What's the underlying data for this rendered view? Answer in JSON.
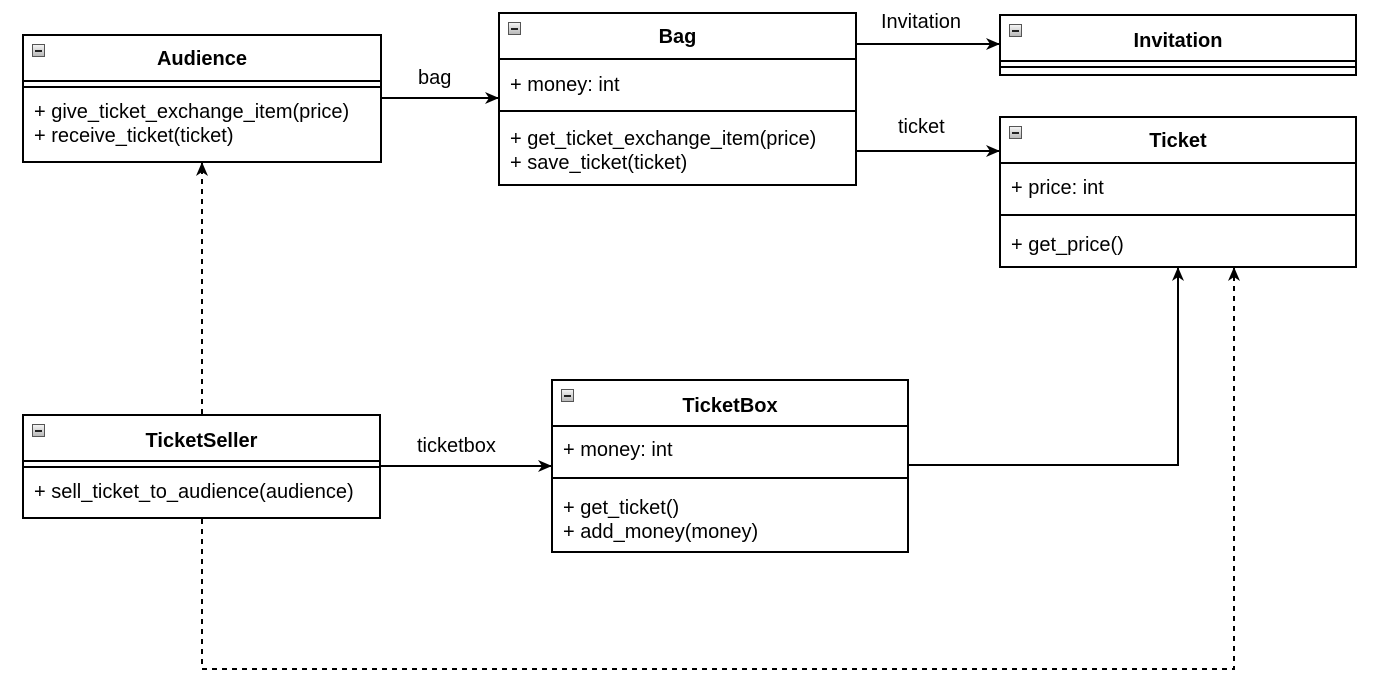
{
  "classes": {
    "audience": {
      "name": "Audience",
      "attributes": [],
      "methods": [
        "+ give_ticket_exchange_item(price)",
        "+ receive_ticket(ticket)"
      ]
    },
    "bag": {
      "name": "Bag",
      "attributes": [
        "+ money: int"
      ],
      "methods": [
        "+ get_ticket_exchange_item(price)",
        "+ save_ticket(ticket)"
      ]
    },
    "invitation": {
      "name": "Invitation",
      "attributes": [],
      "methods": []
    },
    "ticket": {
      "name": "Ticket",
      "attributes": [
        "+ price: int"
      ],
      "methods": [
        "+ get_price()"
      ]
    },
    "ticketseller": {
      "name": "TicketSeller",
      "attributes": [],
      "methods": [
        "+ sell_ticket_to_audience(audience)"
      ]
    },
    "ticketbox": {
      "name": "TicketBox",
      "attributes": [
        "+ money: int"
      ],
      "methods": [
        "+ get_ticket()",
        "+ add_money(money)"
      ]
    }
  },
  "associations": {
    "audience_bag": "bag",
    "bag_invitation": "Invitation",
    "bag_ticket": "ticket",
    "seller_ticketbox": "ticketbox"
  },
  "colors": {
    "line": "#000000",
    "background": "#ffffff"
  }
}
